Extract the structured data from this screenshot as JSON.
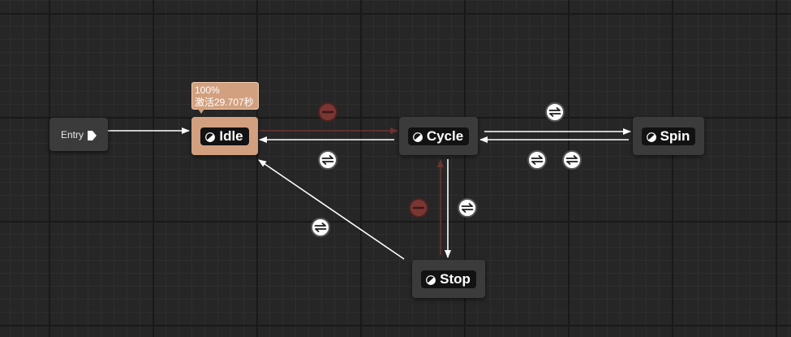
{
  "colors": {
    "background": "#262626",
    "node": "#3b3b3b",
    "node_active": "#d2a07f",
    "wire": "#ffffff",
    "wire_inactive": "#6a3330"
  },
  "entry": {
    "label": "Entry",
    "icon": "entry-arrow-icon"
  },
  "states": [
    {
      "label": "Idle",
      "icon": "state-icon",
      "active": true
    },
    {
      "label": "Cycle",
      "icon": "state-icon",
      "active": false
    },
    {
      "label": "Spin",
      "icon": "state-icon",
      "active": false
    },
    {
      "label": "Stop",
      "icon": "state-icon",
      "active": false
    }
  ],
  "active_tooltip": {
    "weight": "100%",
    "active_time": "激活29.707秒"
  },
  "transitions": [
    {
      "from": "Entry",
      "to": "Idle",
      "icon": null
    },
    {
      "from": "Idle",
      "to": "Cycle",
      "icon": "transition-rule-icon",
      "inactive": true
    },
    {
      "from": "Cycle",
      "to": "Idle",
      "icon": "transition-rule-icon"
    },
    {
      "from": "Cycle",
      "to": "Spin",
      "icon": "transition-rule-icon"
    },
    {
      "from": "Spin",
      "to": "Cycle",
      "icon": "transition-rule-icon"
    },
    {
      "from": "Cycle",
      "to": "Stop",
      "icon": "transition-rule-icon"
    },
    {
      "from": "Stop",
      "to": "Cycle",
      "icon": "transition-rule-icon",
      "inactive": true
    },
    {
      "from": "Stop",
      "to": "Idle",
      "icon": "transition-rule-icon"
    }
  ]
}
